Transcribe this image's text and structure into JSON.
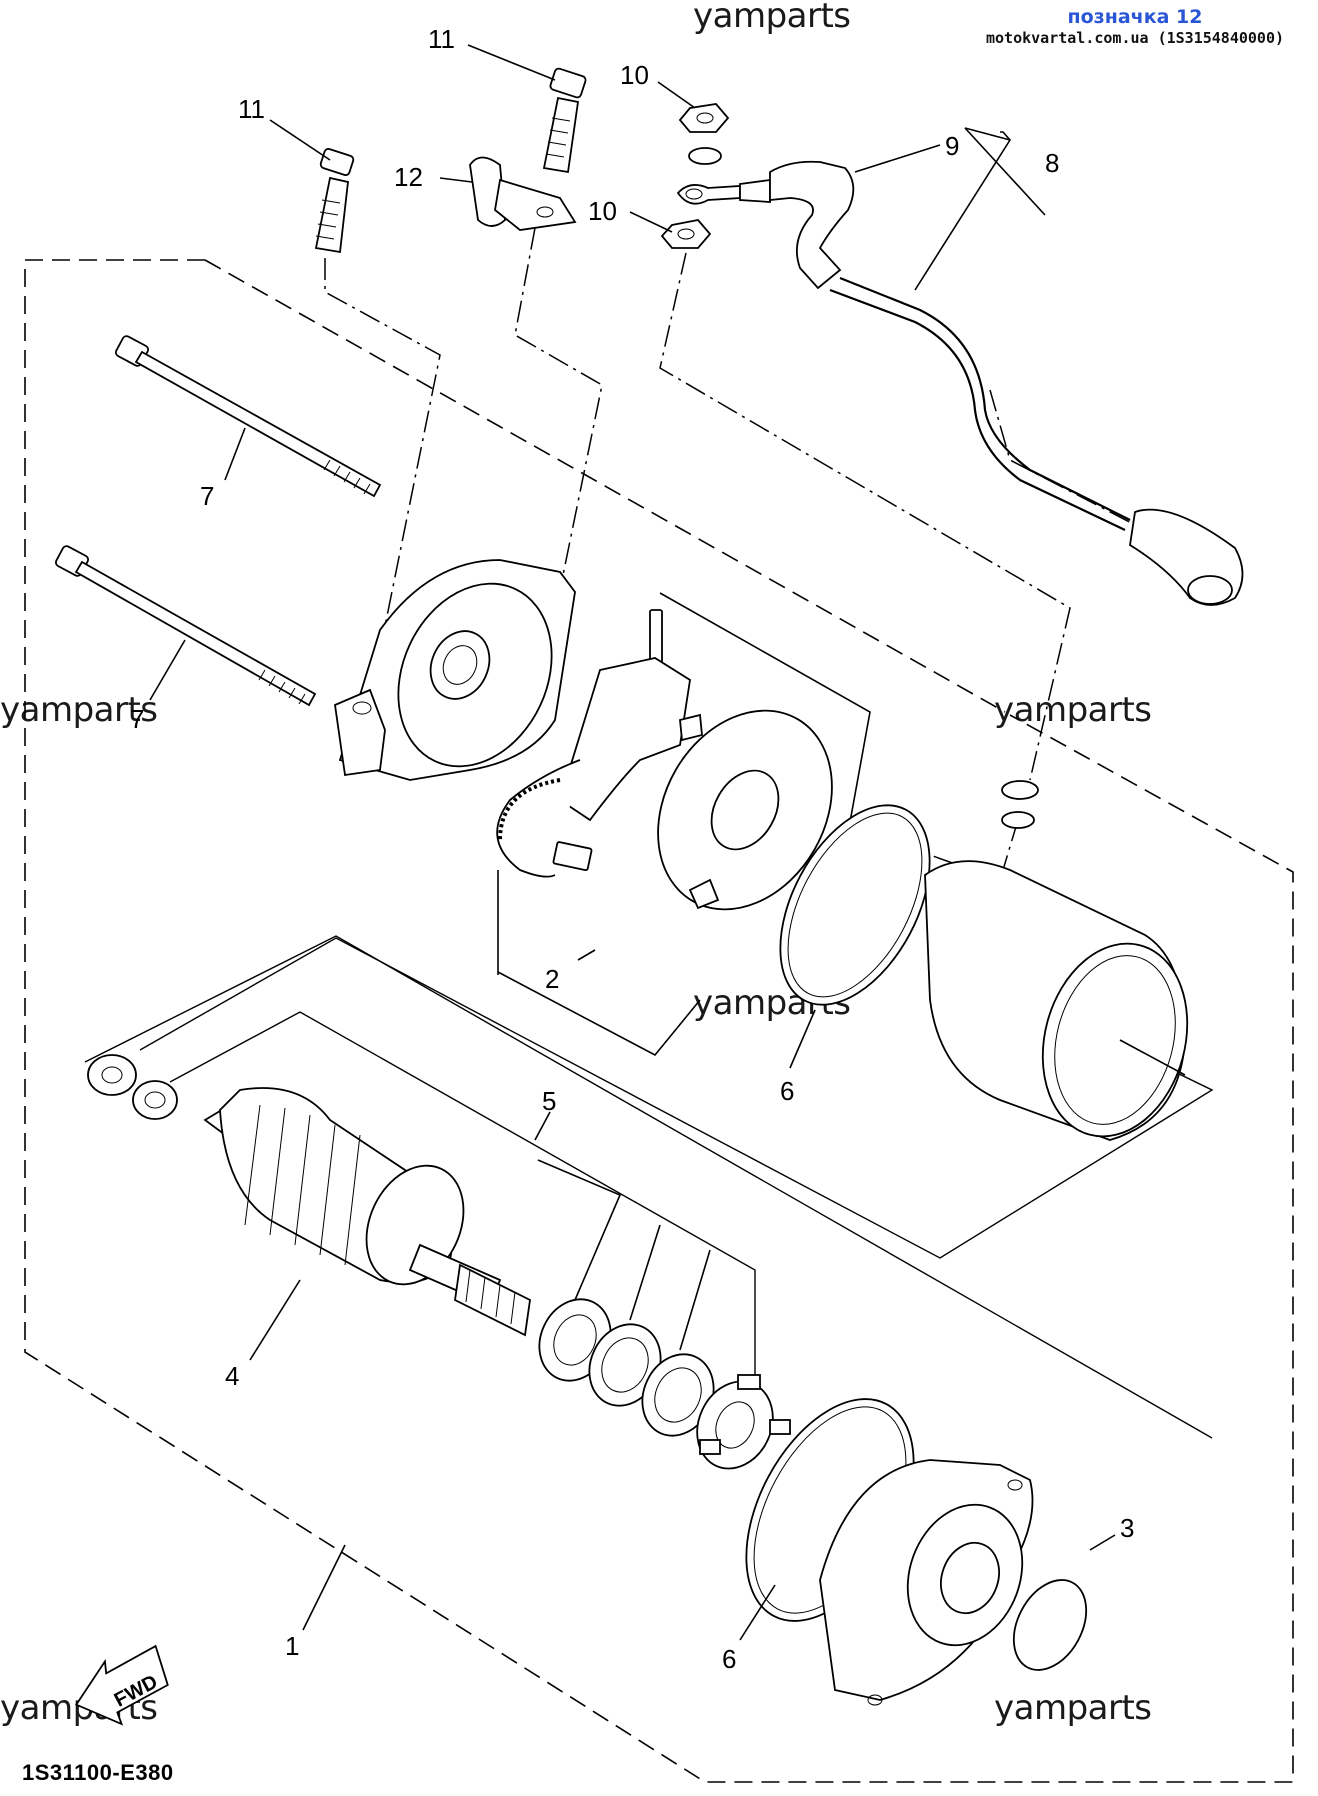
{
  "watermarks": [
    "yamparts",
    "yamparts",
    "yamparts",
    "yamparts",
    "yamparts",
    "yamparts"
  ],
  "badge": {
    "line1": "позначка 12",
    "line2": "motokvartal.com.ua (1S3154840000)"
  },
  "diagram_code": "1S31100-E380",
  "fwd_label": "FWD",
  "callouts": [
    "11",
    "11",
    "10",
    "10",
    "12",
    "9",
    "8",
    "7",
    "7",
    "2",
    "6",
    "5",
    "4",
    "6",
    "1",
    "3"
  ]
}
